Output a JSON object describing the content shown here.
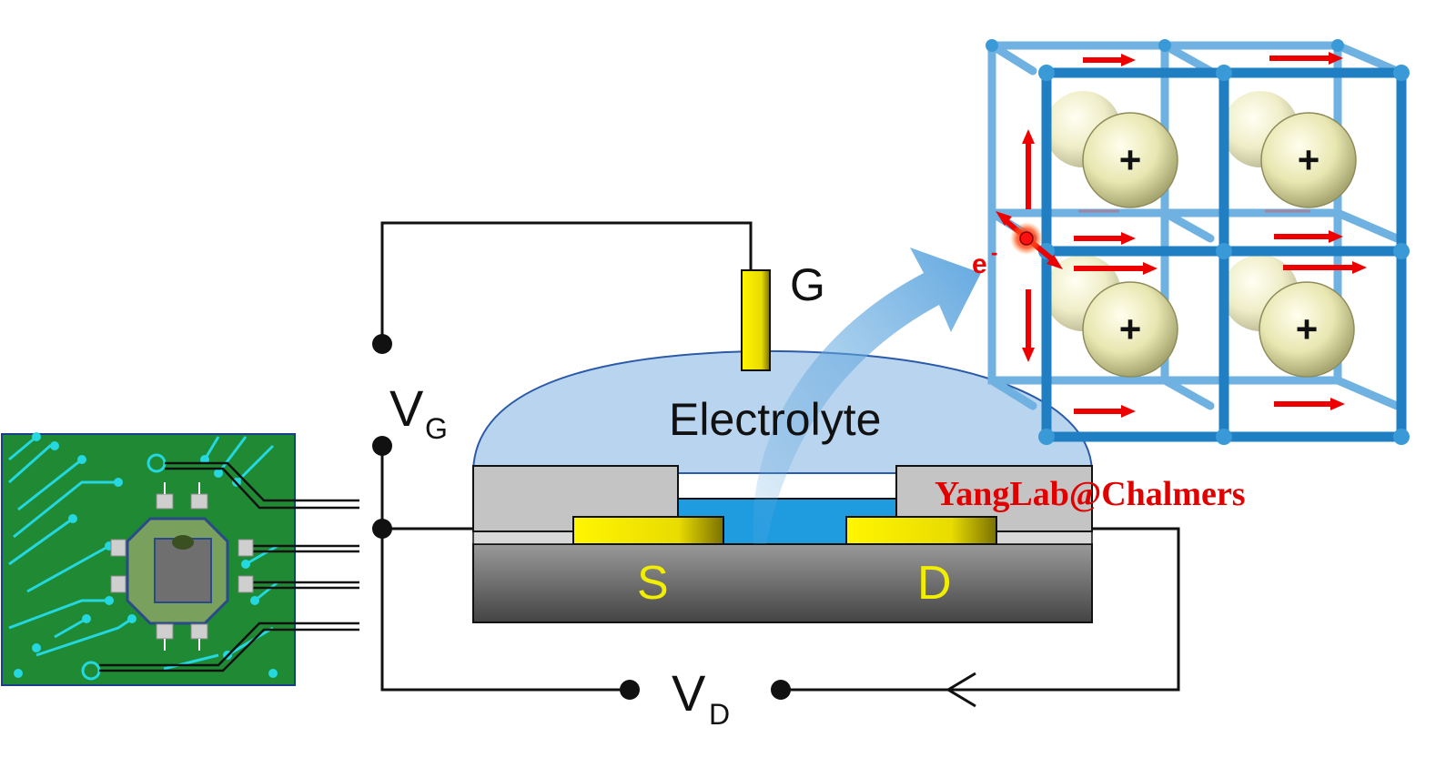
{
  "diagram": {
    "gate_label": "G",
    "gate_voltage_label": "V",
    "gate_voltage_sub": "G",
    "drain_voltage_label": "V",
    "drain_voltage_sub": "D",
    "electrolyte_label": "Electrolyte",
    "source_label": "S",
    "drain_label": "D",
    "electron_label": "e",
    "electron_sup": "-",
    "cation_symbol": "+",
    "watermark": "YangLab@Chalmers"
  },
  "colors": {
    "electrolyte": "#b9d4ee",
    "channel": "#1f9be0",
    "electrode": "#f4ec00",
    "substrate": "#555555",
    "encapsulation": "#c4c4c4",
    "pcb": "#1f8a33",
    "pcb_trace": "#24d7e0",
    "lattice": "#1f7fc2",
    "arrow": "#ee0000",
    "watermark": "#e00000"
  }
}
